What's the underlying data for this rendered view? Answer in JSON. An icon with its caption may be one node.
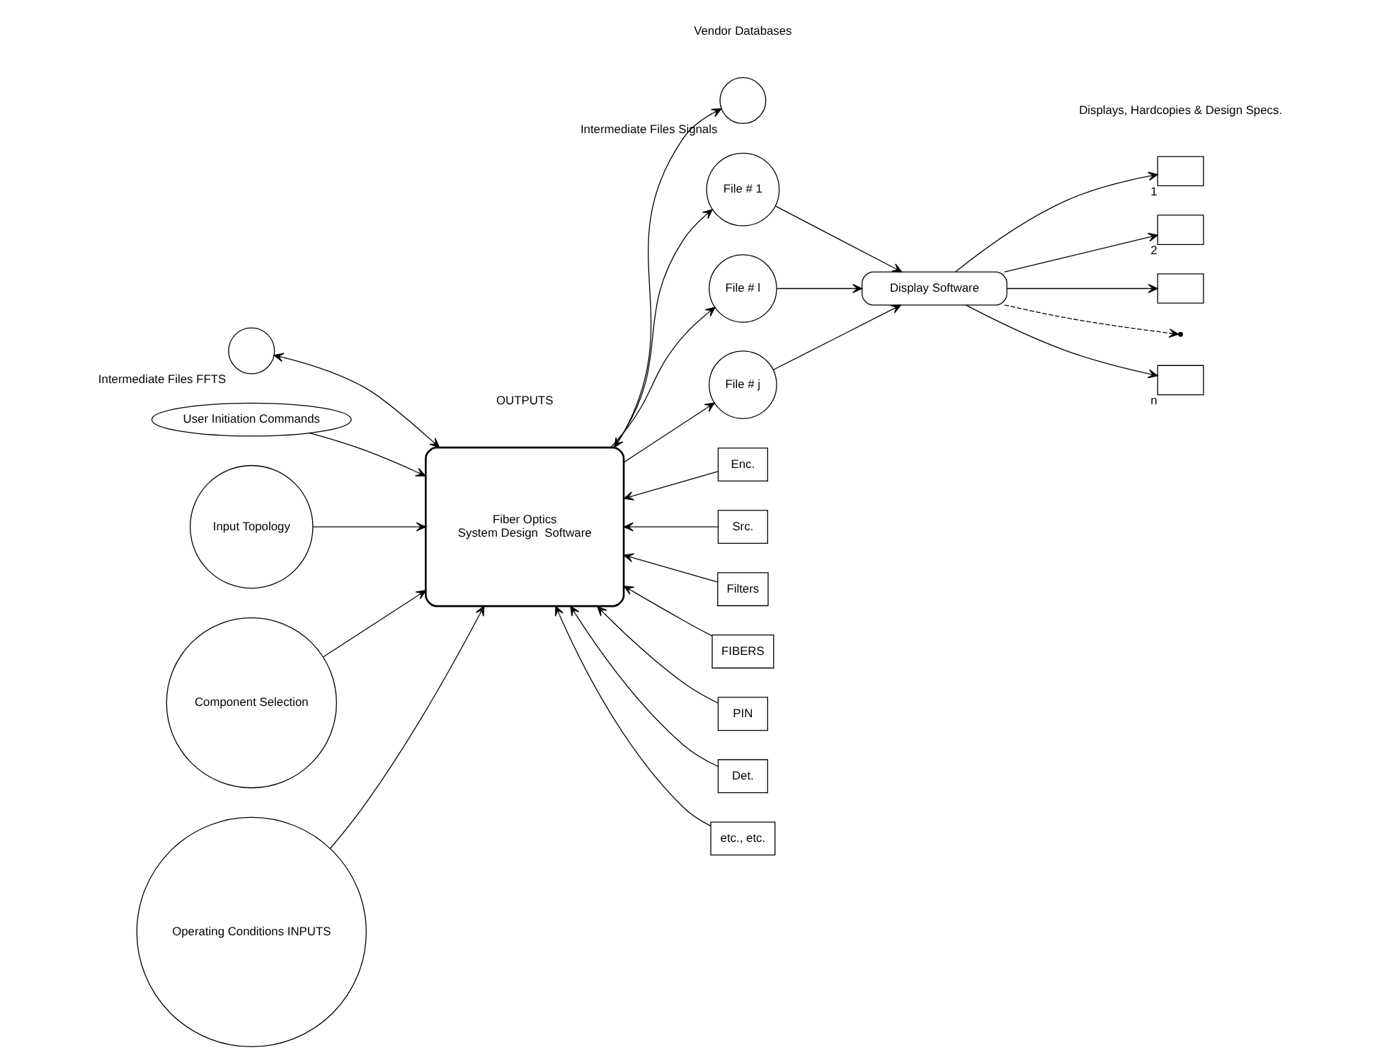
{
  "diagram": {
    "nodes": [
      {
        "text": [
          "User Initiation Commands"
        ]
      },
      {
        "text": [],
        "shape": "circle",
        "beside": [
          "Intermediate Files FFTS"
        ]
      },
      {
        "text": [],
        "shape": "circle",
        "beside": [
          "Intermediate Files Signals"
        ]
      },
      {
        "text": [
          "Input Topology"
        ]
      },
      {
        "text": [
          "Component Selection"
        ]
      },
      {
        "text": [
          "Operating Conditions INPUTS"
        ]
      },
      {
        "text": [
          "Fiber Optics",
          "System Design  Software"
        ]
      },
      {
        "text": [
          "Enc."
        ]
      },
      {
        "text": [
          "Src."
        ]
      },
      {
        "text": [
          "Filters"
        ]
      },
      {
        "text": [
          "FIBERS"
        ]
      },
      {
        "text": [
          "PIN"
        ]
      },
      {
        "text": [
          "Det."
        ]
      },
      {
        "text": [
          "etc., etc."
        ]
      },
      {
        "text": [
          "File # 1"
        ]
      },
      {
        "text": [
          "File # l"
        ]
      },
      {
        "text": [
          "File # j"
        ]
      },
      {
        "text": [
          "Display Software"
        ]
      },
      {
        "text": [],
        "shape": "box",
        "beside": [
          "1"
        ]
      },
      {
        "text": [],
        "shape": "box",
        "beside": [
          "2"
        ]
      },
      {
        "text": [],
        "shape": "box"
      },
      {
        "text": [],
        "shape": "box",
        "beside": [
          "n"
        ]
      }
    ],
    "edges": [
      {
        "from": 0,
        "to": 6,
        "arrow": "to"
      },
      {
        "from": 6,
        "to": 1,
        "arrow": "both"
      },
      {
        "from": 6,
        "to": 2,
        "arrow": "both"
      },
      {
        "from": 3,
        "to": 6,
        "arrow": "to"
      },
      {
        "from": 4,
        "to": 6,
        "arrow": "to"
      },
      {
        "from": 5,
        "to": 6,
        "arrow": "to"
      },
      {
        "from": 7,
        "to": 6,
        "arrow": "to"
      },
      {
        "from": 8,
        "to": 6,
        "arrow": "to"
      },
      {
        "from": 9,
        "to": 6,
        "arrow": "to"
      },
      {
        "from": 10,
        "to": 6,
        "arrow": "to"
      },
      {
        "from": 11,
        "to": 6,
        "arrow": "to"
      },
      {
        "from": 12,
        "to": 6,
        "arrow": "to"
      },
      {
        "from": 13,
        "to": 6,
        "arrow": "to"
      },
      {
        "from": 6,
        "to": 14,
        "arrow": "to"
      },
      {
        "from": 6,
        "to": 15,
        "arrow": "to"
      },
      {
        "from": 6,
        "to": 16,
        "arrow": "to"
      },
      {
        "from": 14,
        "to": 17,
        "arrow": "to"
      },
      {
        "from": 15,
        "to": 17,
        "arrow": "to"
      },
      {
        "from": 16,
        "to": 17,
        "arrow": "to"
      },
      {
        "from": 17,
        "to": 18,
        "arrow": "to"
      },
      {
        "from": 17,
        "to": 19,
        "arrow": "to"
      },
      {
        "from": 17,
        "to": 20,
        "arrow": "to"
      },
      {
        "from": 17,
        "to": null,
        "arrow": "to",
        "style": "dashed"
      },
      {
        "from": 17,
        "to": 21,
        "arrow": "to"
      }
    ],
    "labels": [
      "OUTPUTS",
      "Vendor Databases",
      "Displays, Hardcopies & Design Specs."
    ]
  }
}
